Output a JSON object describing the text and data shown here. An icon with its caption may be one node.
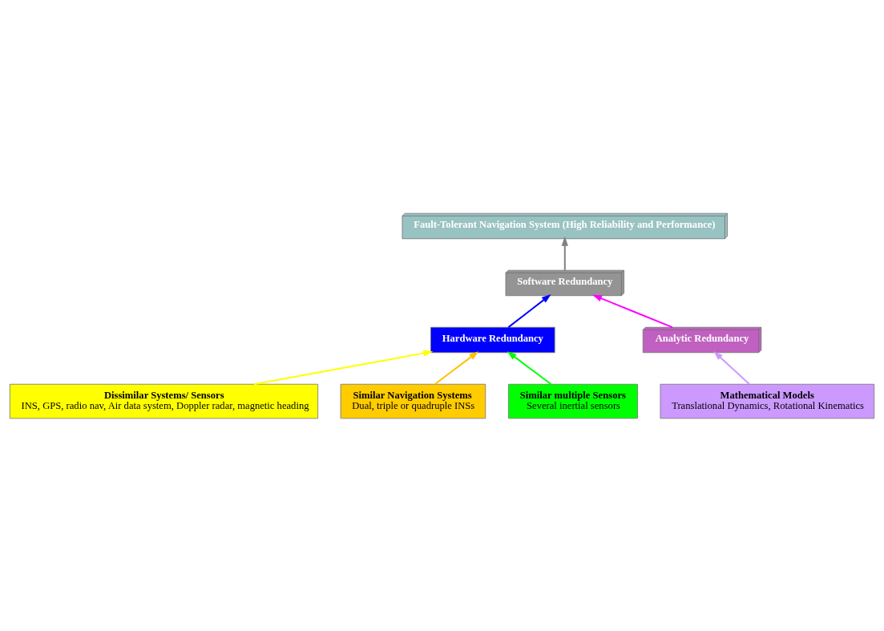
{
  "diagram": {
    "nodes": [
      {
        "text": [
          "Fault-Tolerant Navigation System (High Reliability and Performance)"
        ]
      },
      {
        "text": [
          "Software Redundancy"
        ]
      },
      {
        "text": [
          "Hardware Redundancy"
        ]
      },
      {
        "text": [
          "Analytic Redundancy"
        ]
      },
      {
        "text": [
          "Dissimilar Systems/ Sensors",
          "INS, GPS, radio nav, Air data system, Doppler radar, magnetic heading"
        ]
      },
      {
        "text": [
          "Similar Navigation Systems",
          "Dual, triple or quadruple INSs"
        ]
      },
      {
        "text": [
          "Similar multiple Sensors",
          "Several inertial sensors"
        ]
      },
      {
        "text": [
          "Mathematical Models",
          "Translational Dynamics, Rotational Kinematics"
        ]
      }
    ],
    "edges": [
      {
        "from": 1,
        "to": 0,
        "arrow": "to",
        "color": "#808080"
      },
      {
        "from": 2,
        "to": 1,
        "arrow": "to",
        "color": "#0000ff"
      },
      {
        "from": 3,
        "to": 1,
        "arrow": "to",
        "color": "#ff00ff"
      },
      {
        "from": 4,
        "to": 2,
        "arrow": "to",
        "color": "#ffff00"
      },
      {
        "from": 5,
        "to": 2,
        "arrow": "to",
        "color": "#ffc000"
      },
      {
        "from": 6,
        "to": 2,
        "arrow": "to",
        "color": "#00ff00"
      },
      {
        "from": 7,
        "to": 3,
        "arrow": "to",
        "color": "#cc99ff"
      }
    ]
  }
}
